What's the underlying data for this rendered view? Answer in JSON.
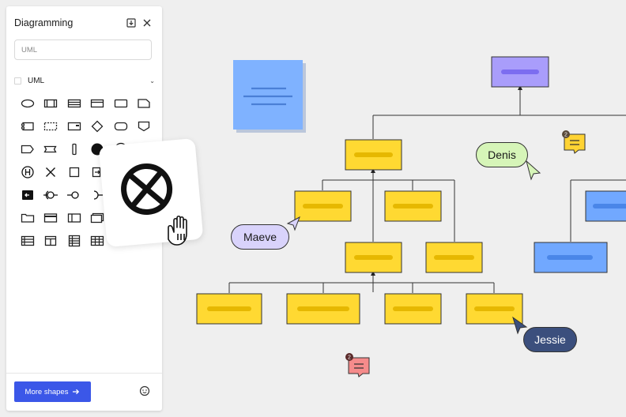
{
  "panel": {
    "title": "Diagramming",
    "search_placeholder": "UML",
    "category_label": "UML",
    "more_shapes_label": "More shapes"
  },
  "shapes": [
    "ellipse",
    "process",
    "table",
    "window",
    "rectangle",
    "note",
    "component",
    "dashed-box",
    "package",
    "decision",
    "rounded-rect",
    "shield",
    "tag",
    "flag",
    "bar",
    "filled-circle",
    "final-state",
    "circle-x",
    "history",
    "x-mark",
    "square",
    "exit-box",
    "",
    "",
    "black-rect-arrow",
    "lollipop-both",
    "lollipop",
    "socket",
    "",
    "",
    "folder",
    "window-frame",
    "panel",
    "stack",
    "",
    "",
    "list-table",
    "column",
    "grid-table",
    "grid",
    "",
    ""
  ],
  "collaborators": [
    {
      "name": "Maeve",
      "color": "#d9d3fb"
    },
    {
      "name": "Denis",
      "color": "#d6f5b8"
    },
    {
      "name": "Jessie",
      "color": "#3b4f7d"
    }
  ],
  "comments": [
    {
      "count": "2",
      "color": "#ffd333"
    },
    {
      "count": "2",
      "color": "#f58b8b"
    }
  ],
  "colors": {
    "accent": "#3b57e8",
    "node_yellow": "#ffd932",
    "node_purple": "#a99dfb",
    "node_blue": "#71a8ff",
    "sticky_blue": "#7fb2ff"
  }
}
